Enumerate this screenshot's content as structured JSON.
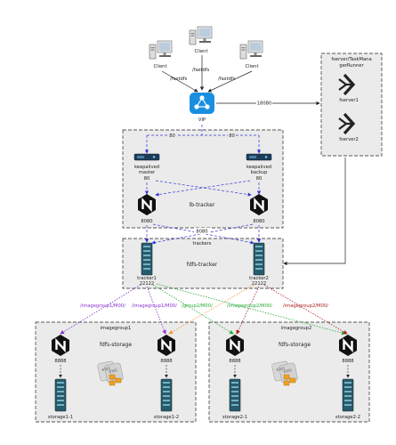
{
  "clients": {
    "left": "Client",
    "center": "Client",
    "right": "Client",
    "link_left": "/fastdfs",
    "link_center": "/fastdfs",
    "link_right": "/fastdfs"
  },
  "vip": {
    "label": "VIP",
    "port_to_runner": "18080"
  },
  "runner": {
    "title_line1": "fserver/TaskMana",
    "title_line2": "gerRunner",
    "server1": "fserver1",
    "server2": "fserver2"
  },
  "lb": {
    "port_top_left": "80",
    "port_top_right": "80",
    "keepalived_master_line1": "keepalived",
    "keepalived_master_line2": "master",
    "keepalived_backup_line1": "keepalived",
    "keepalived_backup_line2": "backup",
    "port_master": "80",
    "port_backup": "80",
    "label": "lb-tracker",
    "nginx_port_left": "8080",
    "nginx_port_right": "8080",
    "tracker_port_mid": "8080"
  },
  "trackers": {
    "title": "trackers",
    "label": "fdfs-tracker",
    "tracker1_name": "tracker1",
    "tracker1_port": "22122",
    "tracker2_name": "tracker2",
    "tracker2_port": "22122"
  },
  "routes": {
    "r1": "/imagegroup1/M00/",
    "r2": "/imagegroup1/M00/",
    "r3": "/group2/M00/",
    "r4": "/imagegroup2/M00/",
    "r5": "/imagegroup2/M00/"
  },
  "group1": {
    "title": "imagegroup1",
    "label": "fdfs-storage",
    "nginx_port_left": "8888",
    "nginx_port_right": "8888",
    "storage_left": "storage1-1",
    "storage_right": "storage1-2"
  },
  "group2": {
    "title": "imagegroup2",
    "label": "fdfs-storage",
    "nginx_port_left": "8888",
    "nginx_port_right": "8888",
    "storage_left": "storage2-1",
    "storage_right": "storage2-2"
  },
  "colors": {
    "panel_fill": "#ebebeb",
    "panel_stroke": "#555555",
    "lb_line": "#3333dd",
    "route_purple": "#8833cc",
    "route_orange": "#ee9933",
    "route_green": "#22aa33",
    "route_red": "#aa2222",
    "server_teal": "#2a5a6a",
    "vip_blue": "#1a8fe0"
  }
}
